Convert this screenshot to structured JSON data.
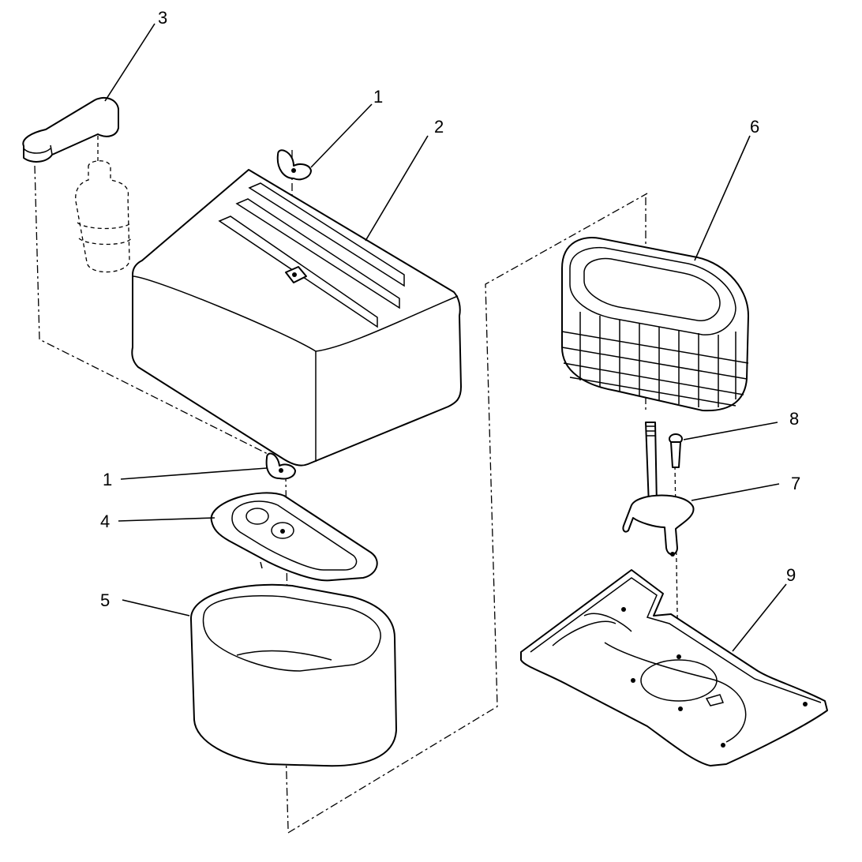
{
  "callouts": [
    {
      "id": "c1a",
      "label": "1",
      "part": "wing-nut-top"
    },
    {
      "id": "c1b",
      "label": "1",
      "part": "wing-nut-bottom"
    },
    {
      "id": "c2",
      "label": "2",
      "part": "air-cleaner-cover"
    },
    {
      "id": "c3",
      "label": "3",
      "part": "precleaner-tube"
    },
    {
      "id": "c4",
      "label": "4",
      "part": "cover-plate"
    },
    {
      "id": "c5",
      "label": "5",
      "part": "foam-element"
    },
    {
      "id": "c6",
      "label": "6",
      "part": "paper-element"
    },
    {
      "id": "c7",
      "label": "7",
      "part": "bracket"
    },
    {
      "id": "c8",
      "label": "8",
      "part": "screw"
    },
    {
      "id": "c9",
      "label": "9",
      "part": "base-plate"
    }
  ]
}
